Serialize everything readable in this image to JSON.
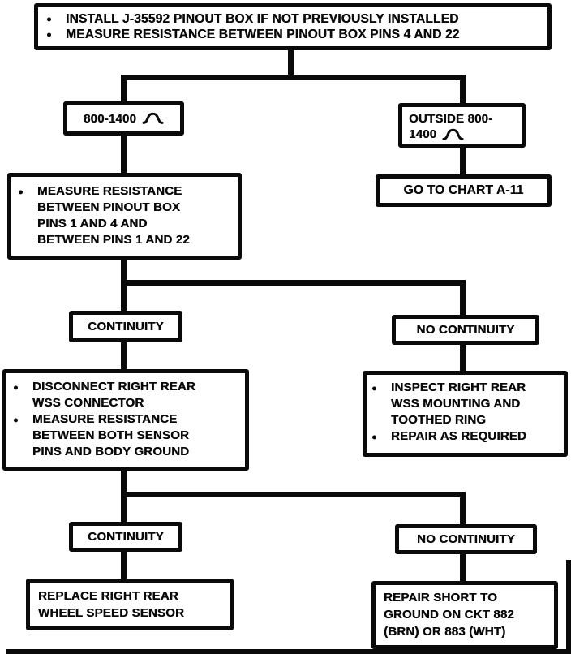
{
  "document": {
    "type": "diagnostic-flowchart",
    "description_visible": false
  },
  "colors": {
    "ink": "#0a0a0a",
    "paper": "#ffffff"
  },
  "glyphs": {
    "bullet": "●",
    "ohm_unit_symbol": "Ω"
  },
  "flow": {
    "start": {
      "lines": [
        "INSTALL J-35592 PINOUT BOX IF NOT PREVIOUSLY INSTALLED",
        "MEASURE RESISTANCE BETWEEN PINOUT BOX PINS 4 AND 22"
      ]
    },
    "in_range": {
      "value": "800-1400",
      "unit_symbol": "Ω"
    },
    "outside": {
      "line1": "OUTSIDE 800-",
      "line2": "1400",
      "unit_symbol": "Ω"
    },
    "go_chart": {
      "label": "GO TO CHART A-11"
    },
    "measure_1_4": {
      "lines": [
        "MEASURE RESISTANCE",
        "BETWEEN PINOUT BOX",
        "PINS 1 AND 4 AND",
        "BETWEEN PINS 1 AND 22"
      ]
    },
    "continuity_1": {
      "label": "CONTINUITY"
    },
    "no_continuity_1": {
      "label": "NO CONTINUITY"
    },
    "disconnect": {
      "b1": [
        "DISCONNECT RIGHT REAR",
        "WSS CONNECTOR"
      ],
      "b2": [
        "MEASURE RESISTANCE",
        "BETWEEN BOTH SENSOR",
        "PINS AND BODY GROUND"
      ]
    },
    "inspect": {
      "b1": [
        "INSPECT RIGHT REAR",
        "WSS MOUNTING AND",
        "TOOTHED RING"
      ],
      "b2": [
        "REPAIR AS REQUIRED"
      ]
    },
    "continuity_2": {
      "label": "CONTINUITY"
    },
    "no_continuity_2": {
      "label": "NO CONTINUITY"
    },
    "replace": {
      "lines": [
        "REPLACE RIGHT REAR",
        "WHEEL SPEED SENSOR"
      ]
    },
    "repair_short": {
      "lines": [
        "REPAIR SHORT TO",
        "GROUND ON CKT 882",
        "(BRN) OR 883 (WHT)"
      ]
    }
  }
}
